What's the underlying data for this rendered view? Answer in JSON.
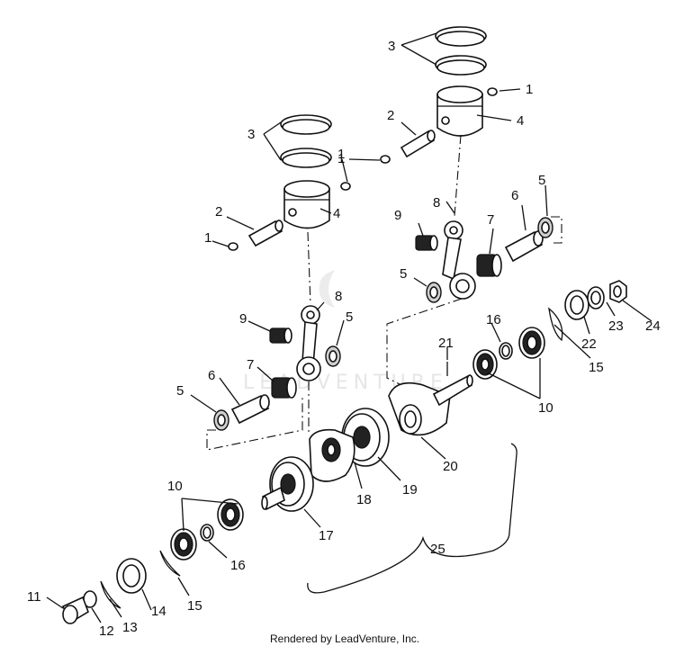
{
  "diagram": {
    "callouts": {
      "n1a": "1",
      "n1b": "1",
      "n1c": "1",
      "n2a": "2",
      "n2b": "2",
      "n3a": "3",
      "n3b": "3",
      "n4a": "4",
      "n4b": "4",
      "n5a": "5",
      "n5b": "5",
      "n5c": "5",
      "n5d": "5",
      "n6a": "6",
      "n6b": "6",
      "n7a": "7",
      "n7b": "7",
      "n8a": "8",
      "n8b": "8",
      "n9a": "9",
      "n9b": "9",
      "n10a": "10",
      "n10b": "10",
      "n11": "11",
      "n12": "12",
      "n13": "13",
      "n14": "14",
      "n15a": "15",
      "n15b": "15",
      "n16a": "16",
      "n16b": "16",
      "n17": "17",
      "n18": "18",
      "n19": "19",
      "n20": "20",
      "n21": "21",
      "n22": "22",
      "n23": "23",
      "n24": "24",
      "n25": "25"
    },
    "watermark": "LEADVENTURE",
    "footer": "Rendered by LeadVenture, Inc."
  }
}
